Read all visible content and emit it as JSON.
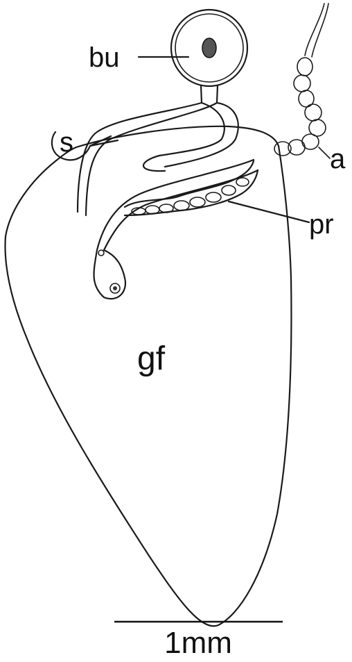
{
  "labels": {
    "bu": "bu",
    "s": "s",
    "a": "a",
    "pr": "pr",
    "gf": "gf"
  },
  "scale_bar": {
    "label": "1mm"
  }
}
